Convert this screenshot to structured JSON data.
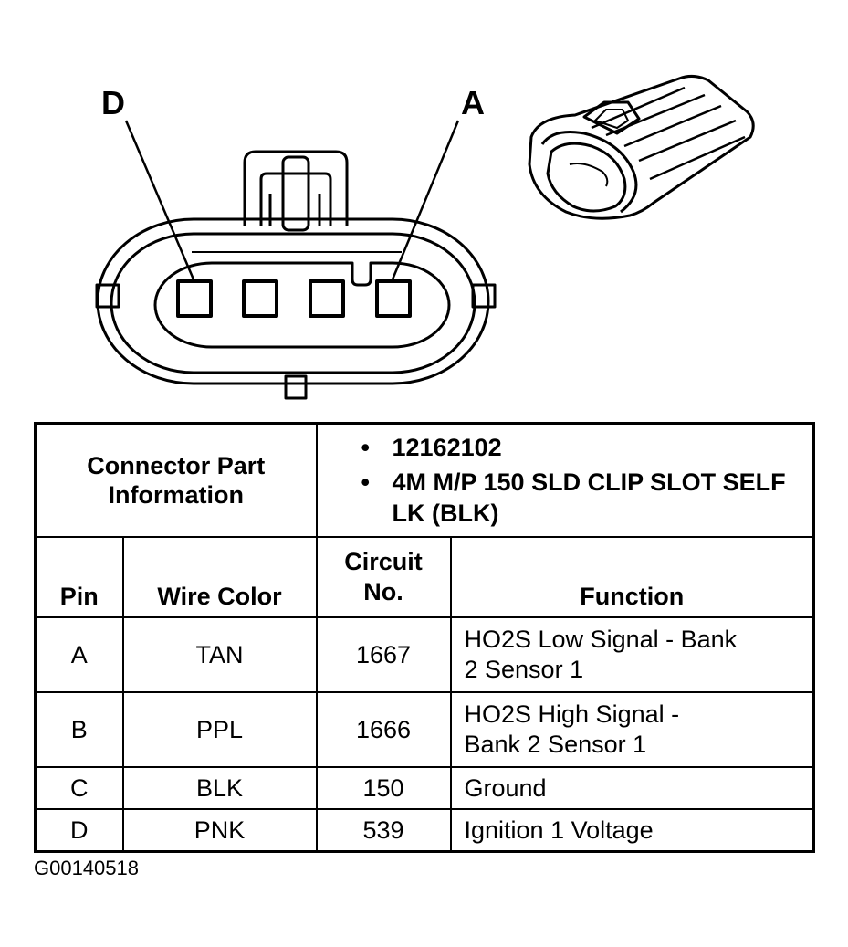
{
  "pins": {
    "left_label": "D",
    "right_label": "A"
  },
  "connector_info": {
    "label": "Connector Part Information",
    "items": [
      "12162102",
      "4M M/P 150 SLD CLIP SLOT SELF LK (BLK)"
    ]
  },
  "table": {
    "headers": {
      "pin": "Pin",
      "wire_color": "Wire Color",
      "circuit": "Circuit No.",
      "function": "Function"
    },
    "rows": [
      {
        "pin": "A",
        "wire_color": "TAN",
        "circuit": "1667",
        "function": "HO2S Low Signal - Bank 2 Sensor 1"
      },
      {
        "pin": "B",
        "wire_color": "PPL",
        "circuit": "1666",
        "function": "HO2S High Signal - Bank 2 Sensor 1"
      },
      {
        "pin": "C",
        "wire_color": "BLK",
        "circuit": "150",
        "function": "Ground"
      },
      {
        "pin": "D",
        "wire_color": "PNK",
        "circuit": "539",
        "function": "Ignition 1 Voltage"
      }
    ]
  },
  "figure_code": "G00140518"
}
